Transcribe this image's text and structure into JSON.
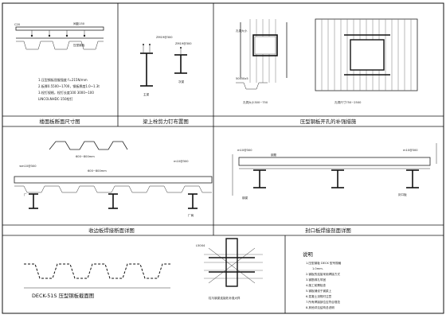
{
  "panels": {
    "deck_section": {
      "caption": "楼面板断面尺寸图",
      "tag": "C20",
      "stud_label": "间距150",
      "slab_label": "压型钢板",
      "notes": [
        "1.压型钢板屈服强度 f=215N/mm",
        "2.板厚0.5500~1700，钢板厚度1.0~1.3t",
        "3.栓钉规格，栓钉长度100 3000~100",
        "LINCOLNHDC-150栓钉"
      ]
    },
    "beam_studs": {
      "caption": "梁上栓剪力钉布置图",
      "labels": [
        "ZM19@300",
        "ZM19@300"
      ],
      "sub_labels": [
        "主梁",
        "次梁"
      ]
    },
    "opening": {
      "caption": "压型钢板开孔的补强措施",
      "detail_labels": [
        "孔洞大小",
        "50x50x5"
      ],
      "captions": [
        "孔洞大小300~750",
        "孔洞尺寸750~2500"
      ]
    },
    "edge_section": {
      "caption": "收边板焊接断面详图",
      "labels": [
        "≤m10@300",
        "m10@300",
        "600~800mm",
        "600~800mm",
        "厂",
        "厂商"
      ]
    },
    "end_closure": {
      "caption": "封口板焊接剖面详图",
      "labels": [
        "m10@300",
        "m10@300",
        "钢筋",
        "钢梁",
        "封口板"
      ]
    },
    "profile": {
      "caption": "DECK-51S 压型钢板截面图"
    },
    "column_detail": {
      "title": "L50X4",
      "caption": "柱与钢梁连接处补强大样"
    },
    "notes": {
      "heading": "说明",
      "items": [
        "1.压型钢板 DECK 型号规格",
        "1.0mm.",
        "2.钢板的连接采用焊接方式",
        "3.钢筋绑扎牢固",
        "4.施工前需检查",
        "5.钢板铺设于钢梁上",
        "6.混凝土浇筑时注意",
        "7.所有焊接部位应符合规范",
        "8.其他详见结构总说明"
      ]
    }
  }
}
